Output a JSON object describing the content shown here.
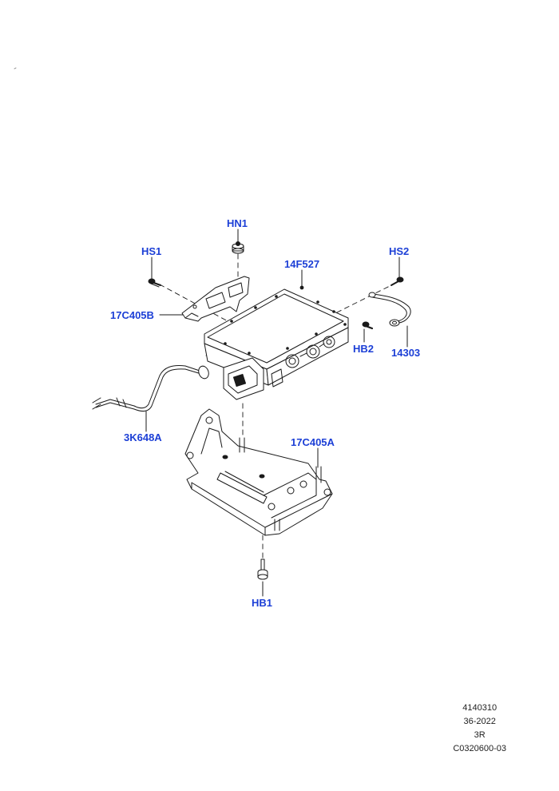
{
  "callouts": {
    "hn1": "HN1",
    "hs1": "HS1",
    "hs2": "HS2",
    "part_14f527": "14F527",
    "part_17c405b": "17C405B",
    "hb2": "HB2",
    "part_14303": "14303",
    "part_3k648a": "3K648A",
    "part_17c405a": "17C405A",
    "hb1": "HB1"
  },
  "footer": {
    "line1": "4140310",
    "line2": "36-2022",
    "line3": "3R",
    "line4": "C0320600-03"
  },
  "colors": {
    "callout_text": "#1c3fd6",
    "line_art": "#1a1a1a"
  }
}
